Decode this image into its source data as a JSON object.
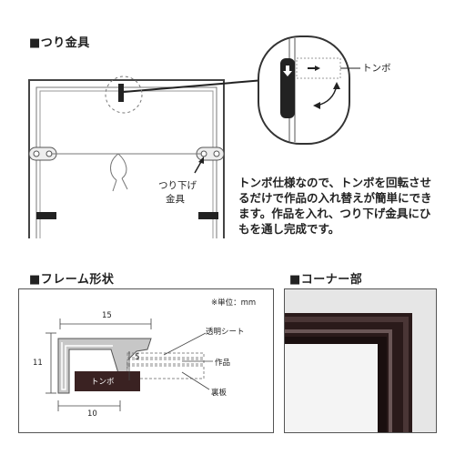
{
  "sections": {
    "hanger_title": "■つり金具",
    "frame_title": "■フレーム形状",
    "corner_title": "■コーナー部"
  },
  "hanger": {
    "tombo_label": "トンボ",
    "hanger_label_line1": "つり下げ",
    "hanger_label_line2": "金具",
    "description": "トンボ仕様なので、トンボを回転させるだけで作品の入れ替えが簡単にできます。作品を入れ、つり下げ金具にひもを通し完成です。"
  },
  "frame": {
    "unit": "※単位：mm",
    "dim_width": "15",
    "dim_height": "11",
    "dim_inner": "5",
    "dim_bottom": "10",
    "label_clear_sheet": "透明シート",
    "label_artwork": "作品",
    "label_backboard": "裏板",
    "label_tombo": "トンボ"
  }
}
